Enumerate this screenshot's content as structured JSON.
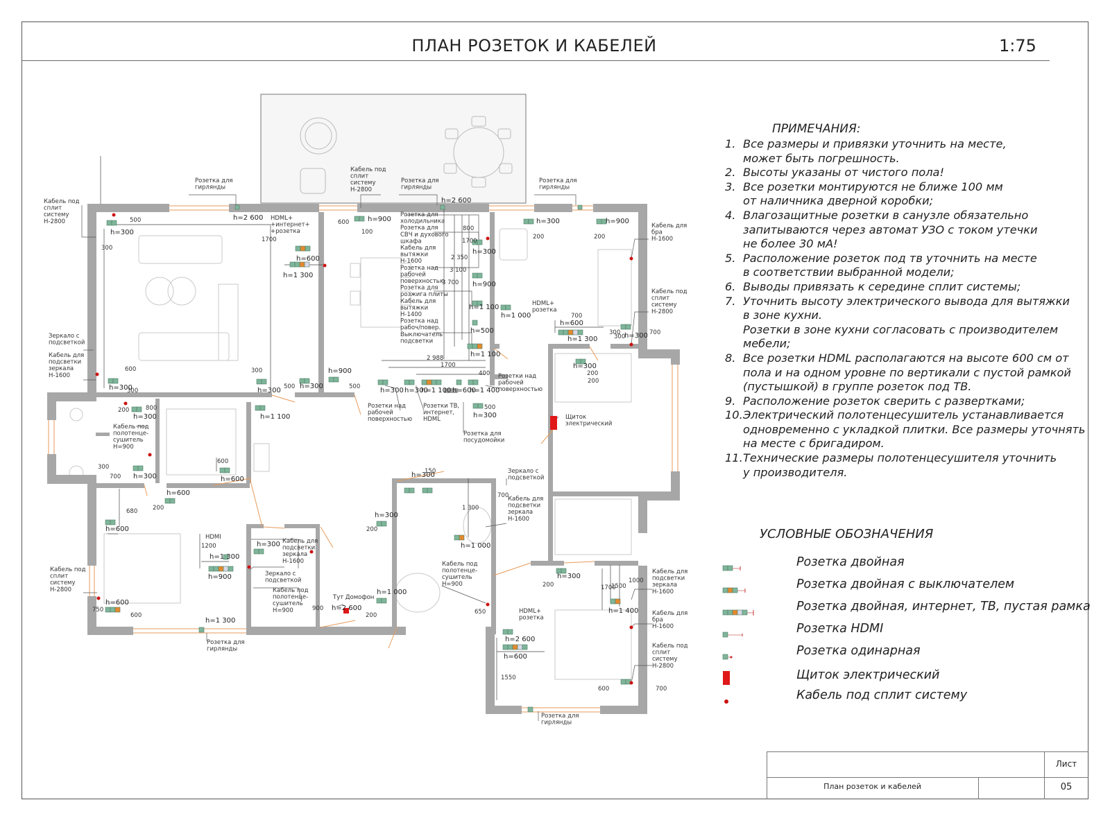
{
  "sheet": {
    "title": "ПЛАН РОЗЕТОК И КАБЕЛЕЙ",
    "scale": "1:75"
  },
  "notes": {
    "title": "ПРИМЕЧАНИЯ:",
    "items": [
      {
        "num": "1.",
        "text": "Все размеры и привязки уточнить на месте,\nможет быть погрешность."
      },
      {
        "num": "2.",
        "text": "Высоты указаны от чистого пола!"
      },
      {
        "num": "3.",
        "text": "Все розетки монтируются  не ближе 100 мм\nот наличника дверной коробки;"
      },
      {
        "num": "4.",
        "text": "Влагозащитные розетки в санузле обязательно\nзапитываются через автомат УЗО с током утечки\nне более 30 мА!"
      },
      {
        "num": "5.",
        "text": "Расположение розеток под тв уточнить на месте\nв соответствии выбранной модели;"
      },
      {
        "num": "6.",
        "text": "Выводы привязать к середине сплит системы;"
      },
      {
        "num": "7.",
        "text": "Уточнить высоту электрического вывода для вытяжки\nв зоне кухни.\nРозетки в зоне кухни согласовать с производителем\nмебели;"
      },
      {
        "num": "8.",
        "text": "Все розетки HDML располагаются на высоте 600 см от\nпола и на одном уровне по вертикали с пустой рамкой\n(пустышкой) в группе розеток под ТВ."
      },
      {
        "num": "9.",
        "text": "Расположение розеток сверить с развертками;"
      },
      {
        "num": "10.",
        "text": "Электрический полотенцесушитель устанавливается\nодновременно с укладкой плитки. Все размеры уточнять\nна месте с бригадиром."
      },
      {
        "num": "11.",
        "text": "Технические размеры полотенцесушителя уточнить\nу производителя."
      }
    ]
  },
  "legend": {
    "title": "УСЛОВНЫЕ ОБОЗНАЧЕНИЯ",
    "items": [
      {
        "icon": "double-socket-icon",
        "label": "Розетка двойная"
      },
      {
        "icon": "double-socket-switch-icon",
        "label": "Розетка двойная с выключателем"
      },
      {
        "icon": "multi-socket-icon",
        "label": "Розетка двойная, интернет, ТВ, пустая рамка"
      },
      {
        "icon": "hdmi-socket-icon",
        "label": "Розетка HDMI"
      },
      {
        "icon": "single-socket-icon",
        "label": "Розетка одинарная"
      },
      {
        "icon": "electric-panel-icon",
        "label": "Щиток электрический"
      },
      {
        "icon": "split-cable-icon",
        "label": "Кабель под сплит систему"
      }
    ],
    "colors": {
      "socket_green": "#6fa58a",
      "socket_orange": "#e28a2e",
      "panel_red": "#e01818",
      "cable_red": "#cc1111",
      "wall_gray": "#a7a7a7"
    }
  },
  "plan": {
    "labels": [
      {
        "id": "l1",
        "text": "Кабель под\nсплит\nсистему\nН-2800"
      },
      {
        "id": "l2",
        "text": "Розетка для\nгирлянды"
      },
      {
        "id": "l3",
        "text": "Кабель под\nсплит\nсистему\nН-2800"
      },
      {
        "id": "l4",
        "text": "Розетка для\nгирлянды"
      },
      {
        "id": "l5",
        "text": "Розетка для\nгирлянды"
      },
      {
        "id": "l6",
        "text": "HDML+\n+интернет+\n+розетка"
      },
      {
        "id": "l7",
        "text": "Розетка для\nхолодильника\nРозетка для\nСВЧ и духового\nшкафа\nКабель для\nвытяжки\nН-1600\nРозетка над\nрабочей\nповерхностью\nРозетка для\nрозжига плиты\nКабель для\nвытяжки\nН-1400\nРозетка над\nрабоч/повер.\nВыключатель\nподсветки"
      },
      {
        "id": "l8",
        "text": "Кабель для\nбра\nН-1600"
      },
      {
        "id": "l9",
        "text": "Кабель под\nсплит\nсистему\nН-2800"
      },
      {
        "id": "l10",
        "text": "HDML+\nрозетка"
      },
      {
        "id": "l11",
        "text": "Зеркало с\nподсветкой"
      },
      {
        "id": "l12",
        "text": "Кабель для\nподсветки\nзеркала\nН-1600"
      },
      {
        "id": "l13",
        "text": "Кабель под\nполотенце-\nсушитель\nН=900"
      },
      {
        "id": "l14",
        "text": "Розетки над\nрабочей\nповерхностью"
      },
      {
        "id": "l15",
        "text": "Розетки ТВ,\nинтернет,\nHDML"
      },
      {
        "id": "l16",
        "text": "Розетка для\nпосудомойки"
      },
      {
        "id": "l17",
        "text": "Розетки над\nрабочей\nповерхностью"
      },
      {
        "id": "l18",
        "text": "Щиток\nэлектрический"
      },
      {
        "id": "l19",
        "text": "Зеркало с\nподсветкой"
      },
      {
        "id": "l20",
        "text": "Кабель для\nподсветки\nзеркала\nН-1600"
      },
      {
        "id": "l21",
        "text": "Кабель под\nсплит\nсистему\nН-2800"
      },
      {
        "id": "l22",
        "text": "HDMI"
      },
      {
        "id": "l23",
        "text": "Кабель для\nподсветки\nзеркала\nН-1600"
      },
      {
        "id": "l24",
        "text": "Зеркало с\nподсветкой"
      },
      {
        "id": "l25",
        "text": "Кабель под\nполотенце-\nсушитель\nН=900"
      },
      {
        "id": "l26",
        "text": "Тут Домофон"
      },
      {
        "id": "l27",
        "text": "Кабель под\nполотенце-\nсушитель\nН=900"
      },
      {
        "id": "l28",
        "text": "Розетка для\nгирлянды"
      },
      {
        "id": "l29",
        "text": "HDML+\nрозетка"
      },
      {
        "id": "l30",
        "text": "Кабель для\nподсветки\nзеркала\nН-1600"
      },
      {
        "id": "l31",
        "text": "Кабель для\nбра\nН-1600"
      },
      {
        "id": "l32",
        "text": "Кабель под\nсплит\nсистему\nН-2800"
      },
      {
        "id": "l33",
        "text": "Розетка для\nгирлянды"
      }
    ],
    "heights": [
      "h=2 600",
      "h=300",
      "h=600",
      "h=1 300",
      "h=900",
      "h=2 600",
      "h=300",
      "h=900",
      "h=300",
      "h=900",
      "h=1 100",
      "h=500",
      "h=1 100",
      "h=1 000",
      "h=600",
      "h=1 300",
      "h=300",
      "h=300",
      "h=300",
      "h=300",
      "h=300",
      "h=900",
      "h=300",
      "h=300",
      "h=1 100",
      "h=600",
      "h=1 400",
      "h=300",
      "h=1 100",
      "h=300",
      "h=300",
      "h=600",
      "h=600",
      "h=600",
      "h=1 300",
      "h=900",
      "h=300",
      "h=300",
      "h=1 000",
      "h=300",
      "h=1 000",
      "h=300",
      "h=1 400",
      "h=2 600",
      "h=600",
      "h=1 300",
      "h=2 600",
      "h=600"
    ],
    "dims": [
      "500",
      "300",
      "1700",
      "300",
      "500",
      "600",
      "100",
      "800",
      "1700",
      "2 350",
      "3 700",
      "3 100",
      "2 988",
      "1700",
      "500",
      "400",
      "200",
      "200",
      "700",
      "300",
      "700",
      "200",
      "300",
      "200",
      "800",
      "300",
      "700",
      "600",
      "200",
      "600",
      "680",
      "1200",
      "750",
      "600",
      "500",
      "200",
      "200",
      "900",
      "150",
      "700",
      "1 300",
      "650",
      "200",
      "1550",
      "1700",
      "1500",
      "1000",
      "600",
      "700",
      "300",
      "200"
    ]
  },
  "title_block": {
    "sheet_label": "Лист",
    "sheet_number": "05",
    "drawing_name": "План розеток и кабелей"
  }
}
